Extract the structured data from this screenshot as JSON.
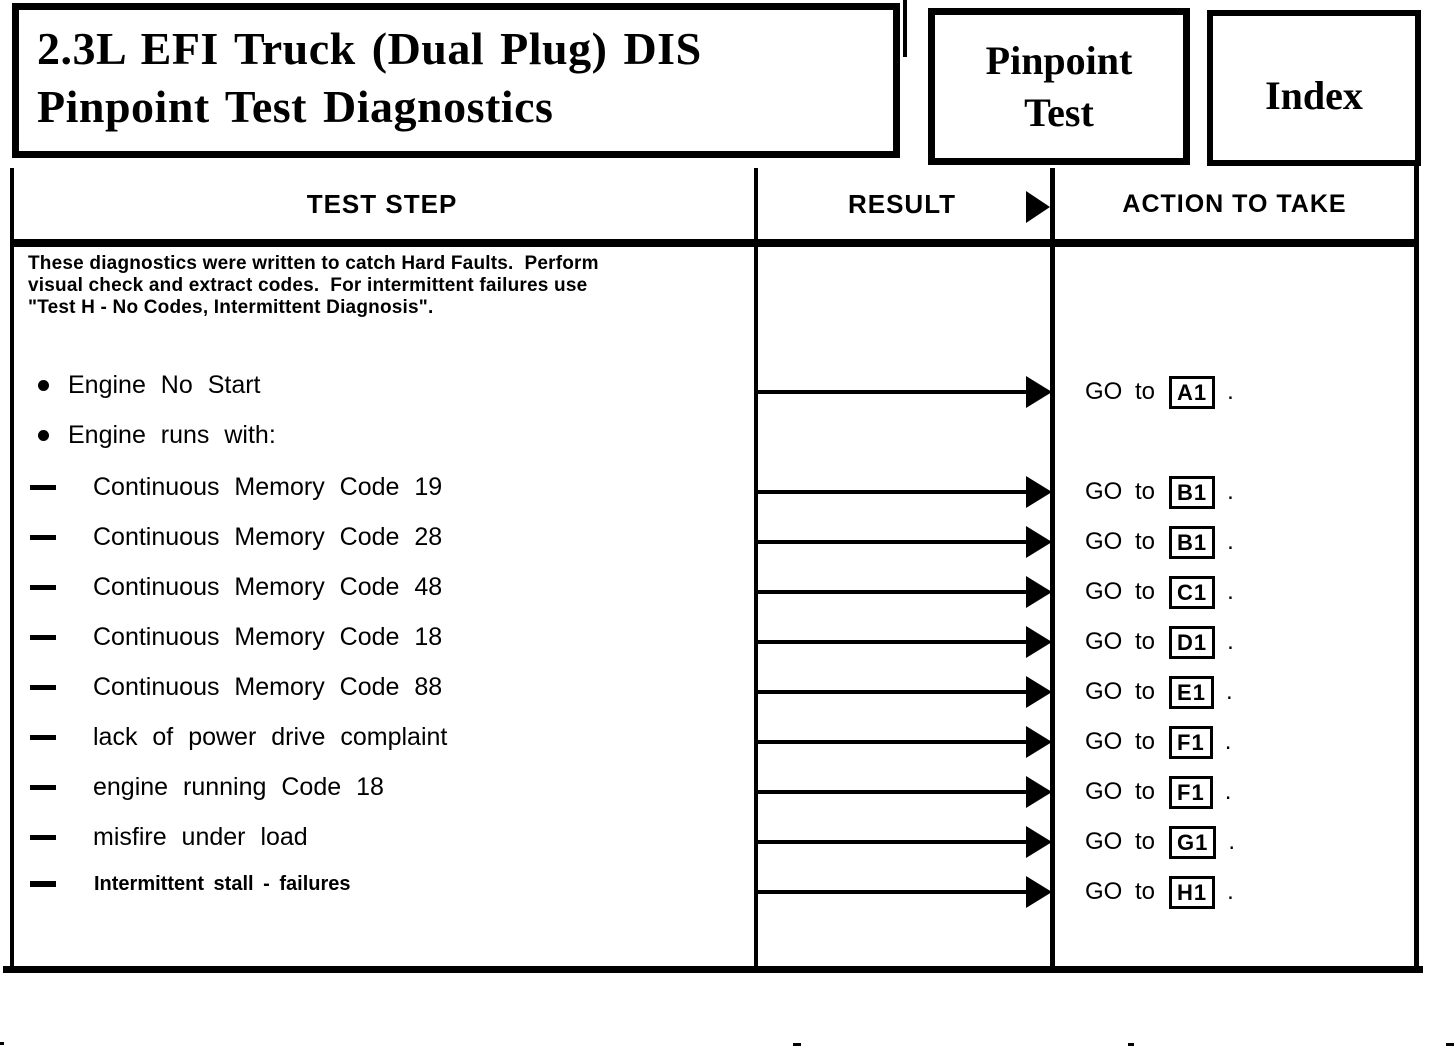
{
  "header": {
    "title_line1": "2.3L EFI Truck (Dual Plug) DIS",
    "title_line2": "Pinpoint Test Diagnostics",
    "pinpoint_button_line1": "Pinpoint",
    "pinpoint_button_line2": "Test",
    "index_button_label": "Index"
  },
  "table": {
    "columns": {
      "test_step": "TEST STEP",
      "result": "RESULT",
      "action": "ACTION TO TAKE"
    },
    "intro_lines": [
      "These diagnostics were written to catch Hard Faults.  Perform",
      "visual check and extract codes.  For intermittent failures use",
      "\"Test H - No Codes, Intermittent Diagnosis\"."
    ],
    "steps": [
      {
        "marker": "bullet",
        "label": "Engine No Start"
      },
      {
        "marker": "bullet",
        "label": "Engine runs with:"
      },
      {
        "marker": "dash",
        "label": "Continuous Memory Code 19"
      },
      {
        "marker": "dash",
        "label": "Continuous Memory Code 28"
      },
      {
        "marker": "dash",
        "label": "Continuous Memory Code 48"
      },
      {
        "marker": "dash",
        "label": "Continuous Memory Code 18"
      },
      {
        "marker": "dash",
        "label": "Continuous Memory Code 88"
      },
      {
        "marker": "dash",
        "label": "lack of power drive complaint"
      },
      {
        "marker": "dash",
        "label": "engine running Code 18"
      },
      {
        "marker": "dash",
        "label": "misfire under load"
      },
      {
        "marker": "dash",
        "label": "Intermittent stall - failures"
      }
    ],
    "actions": [
      {
        "prefix": "GO to",
        "code": "A1",
        "suffix": "."
      },
      {
        "prefix": "GO to",
        "code": "B1",
        "suffix": "."
      },
      {
        "prefix": "GO to",
        "code": "B1",
        "suffix": "."
      },
      {
        "prefix": "GO to",
        "code": "C1",
        "suffix": "."
      },
      {
        "prefix": "GO to",
        "code": "D1",
        "suffix": "."
      },
      {
        "prefix": "GO to",
        "code": "E1",
        "suffix": "."
      },
      {
        "prefix": "GO to",
        "code": "F1",
        "suffix": "."
      },
      {
        "prefix": "GO to",
        "code": "G1",
        "suffix": "."
      },
      {
        "prefix": "GO to",
        "code": "H1",
        "suffix": "."
      }
    ],
    "action_map_note": "rows 0-9 use action codes A1,B1,B1,C1,D1,E1,F1,F1,G1,H1"
  },
  "colors": {
    "ink": "#000000",
    "paper": "#ffffff"
  }
}
